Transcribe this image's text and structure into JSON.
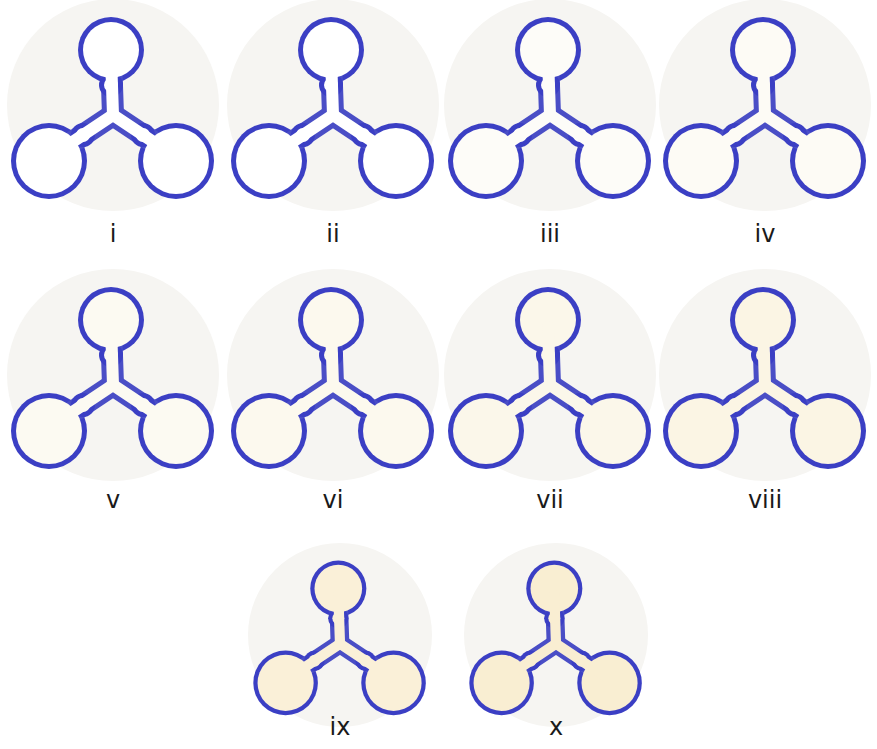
{
  "diagram": {
    "labels": [
      "i",
      "ii",
      "iii",
      "iv",
      "v",
      "vi",
      "vii",
      "viii",
      "ix",
      "x"
    ]
  }
}
